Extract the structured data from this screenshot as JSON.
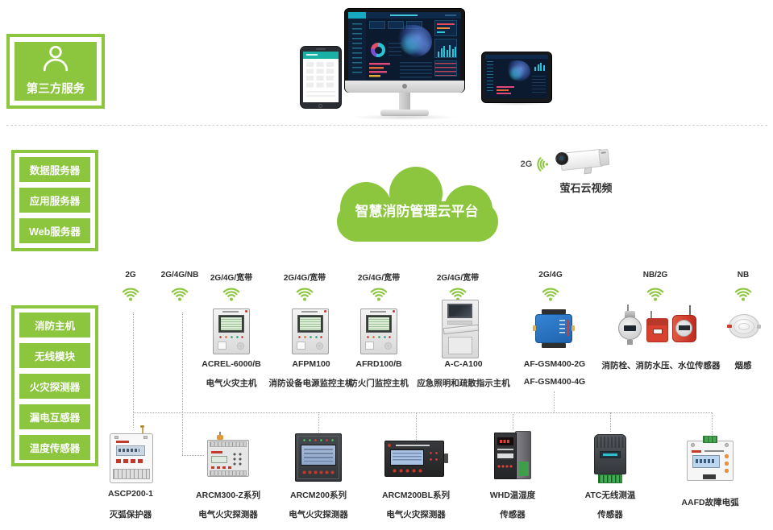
{
  "colors": {
    "green": "#8CC63F",
    "line": "#a8a8a8",
    "text": "#2e2e2e"
  },
  "third_party": "第三方服务",
  "servers": [
    "数据服务器",
    "应用服务器",
    "Web服务器"
  ],
  "modules": [
    "消防主机",
    "无线模块",
    "火灾探测器",
    "漏电互感器",
    "温度传感器"
  ],
  "cloud": "智慧消防管理云平台",
  "camera": {
    "signal": "2G",
    "label": "萤石云视频"
  },
  "wifi": [
    "2G",
    "2G/4G/NB",
    "2G/4G/宽带",
    "2G/4G/宽带",
    "2G/4G/宽带",
    "2G/4G/宽带",
    "2G/4G",
    "NB/2G",
    "NB"
  ],
  "mid_devices": [
    {
      "l1": "ACREL-6000/B",
      "l2": "电气火灾主机"
    },
    {
      "l1": "AFPM100",
      "l2": "消防设备电源监控主机"
    },
    {
      "l1": "AFRD100/B",
      "l2": "防火门监控主机"
    },
    {
      "l1": "A-C-A100",
      "l2": "应急照明和疏散指示主机"
    },
    {
      "l1": "AF-GSM400-2G",
      "l2": "AF-GSM400-4G"
    },
    {
      "l1": "消防栓、消防水压、水位传感器",
      "l2": ""
    },
    {
      "l1": "烟感",
      "l2": ""
    }
  ],
  "bottom_devices": [
    {
      "l1": "ASCP200-1",
      "l2": "灭弧保护器"
    },
    {
      "l1": "ARCM300-Z系列",
      "l2": "电气火灾探测器"
    },
    {
      "l1": "ARCM200系列",
      "l2": "电气火灾探测器"
    },
    {
      "l1": "ARCM200BL系列",
      "l2": "电气火灾探测器"
    },
    {
      "l1": "WHD温湿度",
      "l2": "传感器"
    },
    {
      "l1": "ATC无线测温",
      "l2": "传感器"
    },
    {
      "l1": "AAFD故障电弧",
      "l2": ""
    }
  ]
}
